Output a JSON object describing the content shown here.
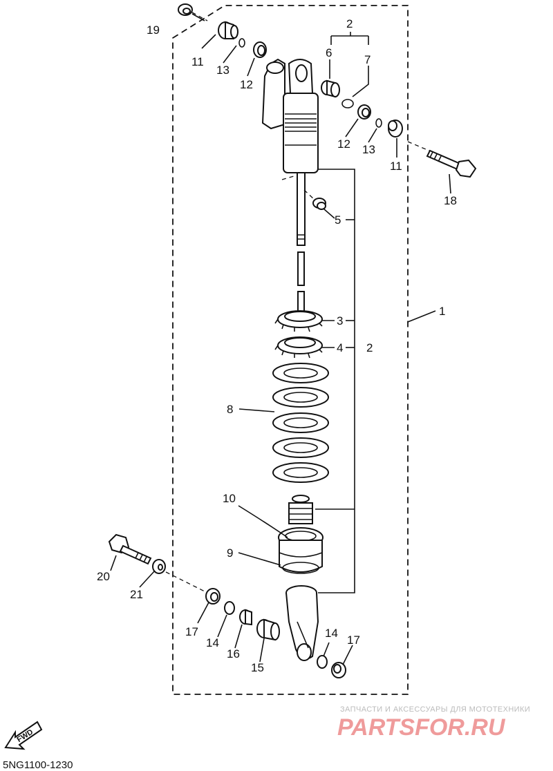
{
  "diagram": {
    "callouts": [
      "1",
      "2",
      "2",
      "3",
      "4",
      "5",
      "6",
      "7",
      "8",
      "9",
      "10",
      "11",
      "11",
      "12",
      "12",
      "13",
      "13",
      "14",
      "14",
      "15",
      "16",
      "17",
      "17",
      "18",
      "19",
      "20",
      "21"
    ],
    "fwd_label": "FWD",
    "code": "5NG1100-1230"
  },
  "watermark": {
    "top_text": "ЗАПЧАСТИ И АКСЕССУАРЫ ДЛЯ МОТОТЕХНИКИ",
    "logo": "PARTSFOR.RU"
  }
}
